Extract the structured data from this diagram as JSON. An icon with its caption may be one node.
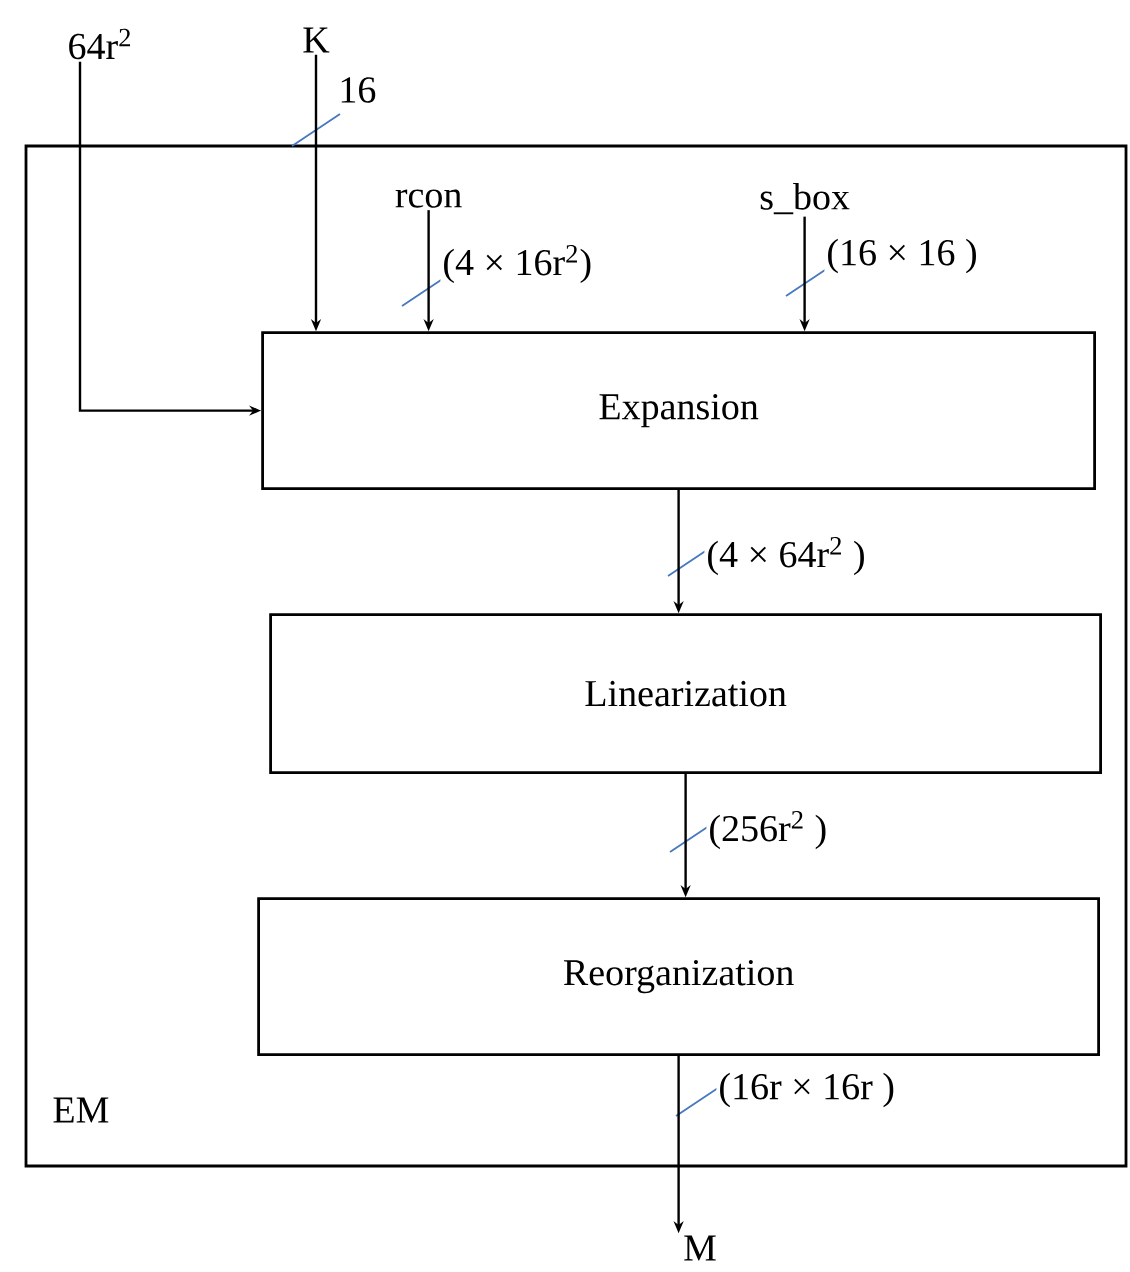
{
  "diagram": {
    "nodes": [
      {
        "text": [
          "EM"
        ]
      },
      {
        "text": [
          "64r$^{2}$"
        ]
      },
      {
        "text": [
          "K"
        ]
      },
      {
        "text": [
          "rcon"
        ],
        "in": 0
      },
      {
        "text": [
          "s_box"
        ],
        "in": 0
      },
      {
        "text": [
          "Expansion"
        ],
        "in": 0
      },
      {
        "text": [
          "Linearization"
        ],
        "in": 0
      },
      {
        "text": [
          "Reorganization"
        ],
        "in": 0
      },
      {
        "text": [
          "M"
        ]
      }
    ],
    "edges": [
      {
        "from": 1,
        "to": 5,
        "arrow": "to"
      },
      {
        "from": 2,
        "to": 5,
        "arrow": "to",
        "label": "16"
      },
      {
        "from": 3,
        "to": 5,
        "arrow": "to",
        "label": "(4 × 16r$^{2}$)"
      },
      {
        "from": 4,
        "to": 5,
        "arrow": "to",
        "label": "(16 × 16 )"
      },
      {
        "from": 5,
        "to": 6,
        "arrow": "to",
        "label": "(4 × 64r$^{2}$ )"
      },
      {
        "from": 6,
        "to": 7,
        "arrow": "to",
        "label": "(256r$^{2}$ )"
      },
      {
        "from": 7,
        "to": 8,
        "arrow": "to",
        "label": "(16r × 16r )"
      }
    ]
  }
}
